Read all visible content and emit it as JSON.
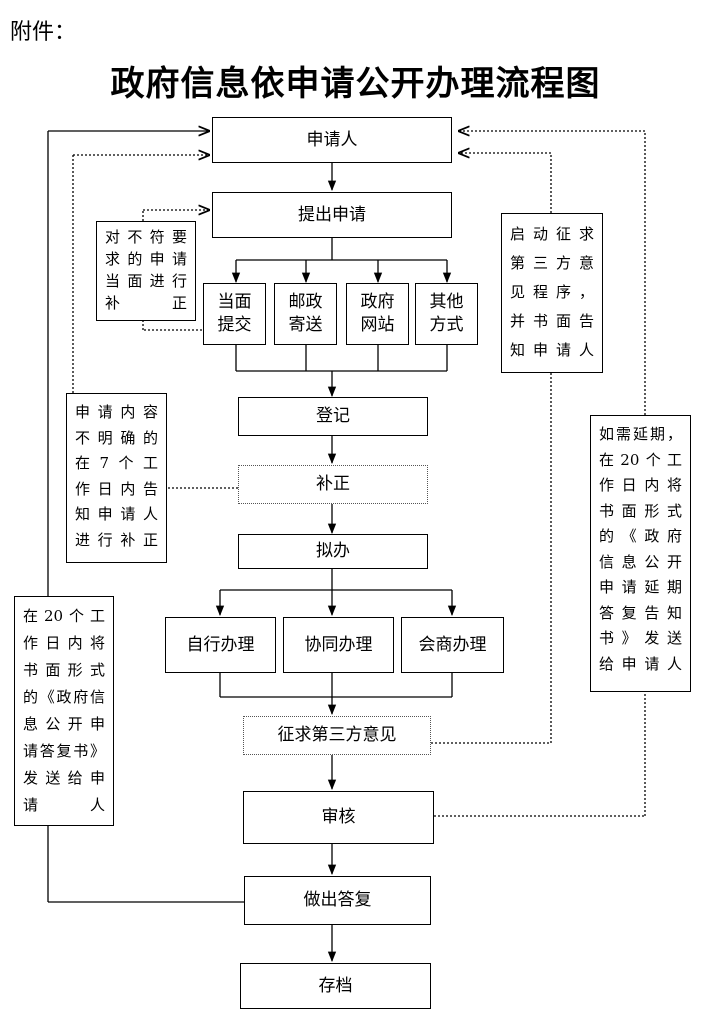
{
  "attachment_label": "附件：",
  "title": "政府信息依申请公开办理流程图",
  "nodes": {
    "applicant": "申请人",
    "submit": "提出申请",
    "in_person": "当面\n提交",
    "by_mail": "邮政\n寄送",
    "website": "政府\n网站",
    "other": "其他\n方式",
    "register": "登记",
    "supplement": "补正",
    "draft": "拟办",
    "self_handle": "自行办理",
    "joint_handle": "协同办理",
    "consult_handle": "会商办理",
    "third_party_opinion": "征求第三方意见",
    "review": "审核",
    "reply": "做出答复",
    "archive": "存档"
  },
  "notes": {
    "noncompliant": "对不符要\n求的申请\n当面进行\n补正",
    "unclear": "申请内容\n不明确的\n在7个工\n作日内告\n知申请人\n进行补正",
    "twenty_days_reply": "在20个工\n作日内将\n书面形式\n的《政府信\n息公开申\n请答复书》\n发送给申\n请人",
    "third_party_procedure": "启动征求\n第三方意\n见程序，\n并书面告\n知申请人",
    "extension": "如需延期，\n在20个工\n作日内将\n书面形式\n的《政府\n信息公开\n申请延期\n答复告知\n书》发送\n给申请人"
  }
}
